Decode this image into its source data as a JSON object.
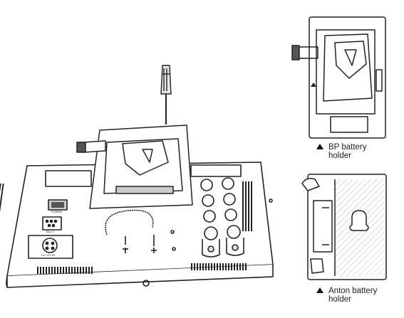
{
  "captions": {
    "bp": {
      "line1": "BP battery",
      "line2": "holder"
    },
    "anton": {
      "line1": "Anton battery",
      "line2": "holder"
    }
  },
  "monitor_labels": {
    "power_switch": "POWER",
    "tally": "TALLY",
    "dc_in": "DC 12V IN"
  },
  "icons": [
    "screwdriver-icon",
    "warning-triangle-icon"
  ],
  "colors": {
    "line": "#222222",
    "hatch": "#bbbbbb",
    "background": "#ffffff"
  }
}
